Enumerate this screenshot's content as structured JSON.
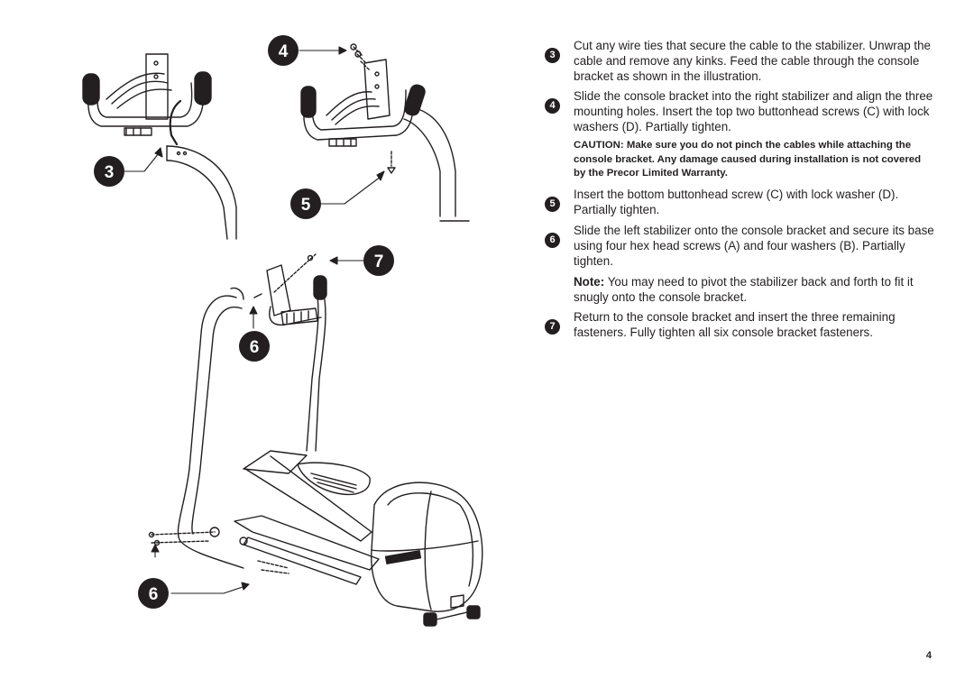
{
  "callouts": {
    "c4": "4",
    "c3": "3",
    "c5": "5",
    "c7": "7",
    "c6_upper": "6",
    "c6_lower": "6"
  },
  "steps": [
    {
      "num": "3",
      "text": "Cut any wire ties that secure the cable to the stabilizer. Unwrap the cable and remove any kinks. Feed the cable through the console bracket as shown in the illustration."
    },
    {
      "num": "4",
      "text": "Slide the console bracket into the right stabilizer and align the three mounting holes. Insert the top two buttonhead screws (C) with lock washers (D). Partially tighten."
    },
    {
      "num": "5",
      "text": "Insert the bottom buttonhead screw (C) with lock washer (D). Partially tighten."
    },
    {
      "num": "6",
      "text": "Slide the left stabilizer onto the console bracket and secure its base using four hex head screws (A) and four washers (B). Partially tighten."
    },
    {
      "num": "7",
      "text": "Return to the console bracket and insert the three remaining fasteners. Fully tighten all six console bracket fasteners."
    }
  ],
  "caution": "CAUTION: Make sure you do not pinch the cables while attaching the console bracket. Any damage caused during installation is not covered by the Precor Limited Warranty.",
  "note": {
    "label": "Note:",
    "text": " You may need to pivot the stabilizer back and forth to fit it snugly onto the console bracket."
  },
  "page_number": "4"
}
